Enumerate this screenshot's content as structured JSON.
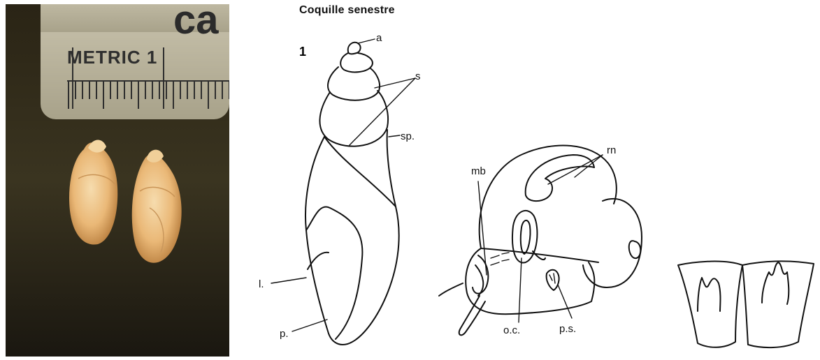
{
  "figure": {
    "title": "Coquille senestre",
    "plate_number": "1"
  },
  "photo": {
    "ruler_text": "METRIC 1",
    "ruler_corner_text": "ca"
  },
  "shell_labels": {
    "apex": "a",
    "sutures": "s",
    "spire": "sp.",
    "lip": "l.",
    "peristome": "p."
  },
  "anatomy_labels": {
    "mb": "mb",
    "rn": "rn",
    "oc": "o.c.",
    "ps": "p.s."
  }
}
